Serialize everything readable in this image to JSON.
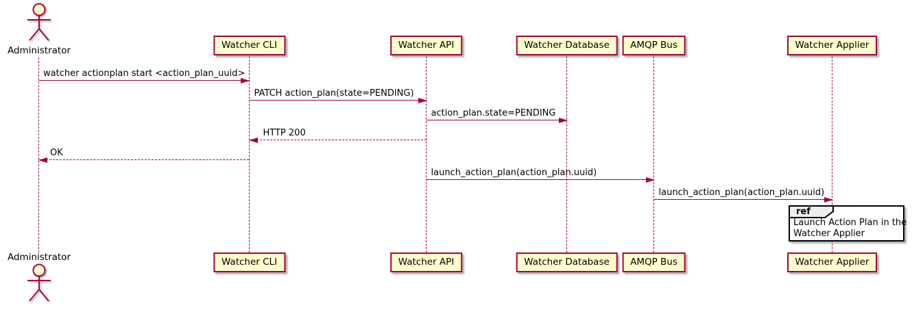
{
  "diagram": {
    "type": "sequence",
    "actor": {
      "name": "Administrator"
    },
    "participants": [
      {
        "name": "Watcher CLI"
      },
      {
        "name": "Watcher API"
      },
      {
        "name": "Watcher Database"
      },
      {
        "name": "AMQP Bus"
      },
      {
        "name": "Watcher Applier"
      }
    ],
    "messages": [
      {
        "label": "watcher actionplan start <action_plan_uuid>",
        "from": "Administrator",
        "to": "Watcher CLI",
        "style": "solid"
      },
      {
        "label": "PATCH action_plan(state=PENDING)",
        "from": "Watcher CLI",
        "to": "Watcher API",
        "style": "solid"
      },
      {
        "label": "action_plan.state=PENDING",
        "from": "Watcher API",
        "to": "Watcher Database",
        "style": "solid"
      },
      {
        "label": "HTTP 200",
        "from": "Watcher API",
        "to": "Watcher CLI",
        "style": "dashed"
      },
      {
        "label": "OK",
        "from": "Watcher CLI",
        "to": "Administrator",
        "style": "dashed"
      },
      {
        "label": "launch_action_plan(action_plan.uuid)",
        "from": "Watcher API",
        "to": "AMQP Bus",
        "style": "solid"
      },
      {
        "label": "launch_action_plan(action_plan.uuid)",
        "from": "AMQP Bus",
        "to": "Watcher Applier",
        "style": "solid"
      }
    ],
    "ref_fragment": {
      "keyword": "ref",
      "lines": [
        "Launch Action Plan in the",
        "Watcher Applier"
      ]
    },
    "colors": {
      "participant_fill": "#FEFECE",
      "stroke": "#A80036",
      "text": "#000000",
      "ref_border": "#000000",
      "ref_header_fill": "#EEEEEE"
    }
  }
}
